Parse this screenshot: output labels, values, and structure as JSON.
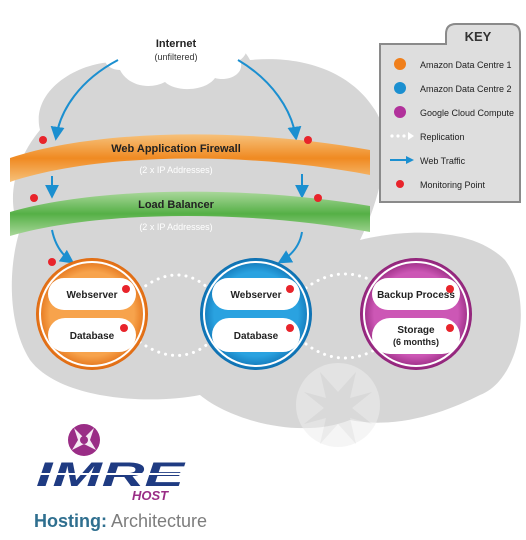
{
  "internet": {
    "title": "Internet",
    "subtitle": "(unfiltered)"
  },
  "firewall": {
    "label": "Web Application Firewall",
    "sub": "(2 x IP Addresses)"
  },
  "balancer": {
    "label": "Load Balancer",
    "sub": "(2 x IP Addresses)"
  },
  "nodes": [
    {
      "top": "Webserver",
      "bottom": "Database",
      "color": "#f07f1b"
    },
    {
      "top": "Webserver",
      "bottom": "Database",
      "color": "#1b8fd0"
    },
    {
      "top": "Backup Process",
      "bottom": "Storage",
      "bottom2": "(6 months)",
      "color": "#b1319b"
    }
  ],
  "key": {
    "title": "KEY",
    "items": [
      {
        "label": "Amazon Data Centre 1",
        "icon": "orange-circle-icon"
      },
      {
        "label": "Amazon Data Centre 2",
        "icon": "blue-circle-icon"
      },
      {
        "label": "Google Cloud Compute",
        "icon": "purple-circle-icon"
      },
      {
        "label": "Replication",
        "icon": "dotted-arrow-icon"
      },
      {
        "label": "Web Traffic",
        "icon": "blue-arrow-icon"
      },
      {
        "label": "Monitoring Point",
        "icon": "red-dot-icon"
      }
    ]
  },
  "brand": {
    "name": "IMRE",
    "tag": "HOST"
  },
  "caption": {
    "strong": "Hosting:",
    "light": "Architecture"
  },
  "colors": {
    "orange": "#f07f1b",
    "blue": "#1b8fd0",
    "purple": "#b1319b",
    "red": "#e8242b",
    "cloud": "#d3d3d3",
    "firewall": "#f2a24d",
    "balancer": "#6bbf4e"
  }
}
